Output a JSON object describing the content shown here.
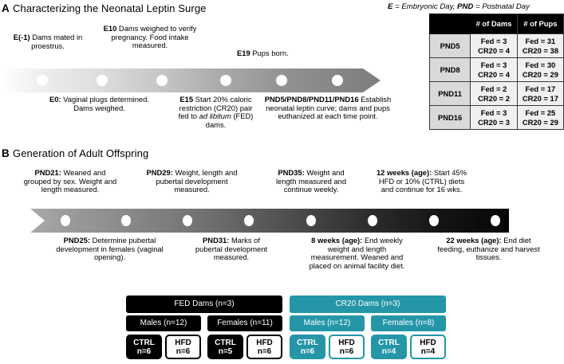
{
  "panelA": {
    "letter": "A",
    "title": "Characterizing the Neonatal Leptin Surge",
    "legend_note": "E = Embryonic Day, PND = Postnatal Day",
    "legend_note_parts": {
      "a": "E",
      "b": " = Embryonic Day, ",
      "c": "PND",
      "d": " = Postnatal Day"
    },
    "captions_above": [
      {
        "bold": "E(-1)",
        "text": " Dams mated in proestrus."
      },
      {
        "bold": "E10",
        "text": " Dams weighed to verify pregnancy. Food intake measured."
      },
      {
        "bold": "E19",
        "text": " Pups born."
      }
    ],
    "captions_below": [
      {
        "bold": "E0:",
        "text": " Vaginal plugs determined. Dams weighed."
      },
      {
        "bold": "E15",
        "text": " Start 20% caloric restriction (CR20) pair fed to ",
        "italic": "ad libitum",
        "text2": " (FED) dams."
      },
      {
        "bold": "PND5/PND8/PND11/PND16",
        "text": " Establish neonatal leptin curve; dams and pups euthanized at each time point."
      }
    ],
    "table": {
      "headers": [
        "",
        "# of Dams",
        "# of Pups"
      ],
      "rows": [
        {
          "label": "PND5",
          "dams": "Fed = 3\nCR20 = 4",
          "pups": "Fed = 31\nCR20 = 38"
        },
        {
          "label": "PND8",
          "dams": "Fed = 3\nCR20 = 4",
          "pups": "Fed = 30\nCR20 = 29"
        },
        {
          "label": "PND11",
          "dams": "Fed = 2\nCR20 = 2",
          "pups": "Fed = 17\nCR20 = 17"
        },
        {
          "label": "PND16",
          "dams": "Fed = 3\nCR20 = 3",
          "pups": "Fed = 25\nCR20 = 29"
        }
      ]
    }
  },
  "panelB": {
    "letter": "B",
    "title": "Generation of Adult Offspring",
    "captions_above": [
      {
        "bold": "PND21:",
        "text": " Weaned and grouped by sex. Weight and length measured."
      },
      {
        "bold": "PND29:",
        "text": " Weight, length and pubertal development measured."
      },
      {
        "bold": "PND35:",
        "text": " Weight and length measured and continue weekly."
      },
      {
        "bold": "12 weeks (age):",
        "text": " Start 45% HFD or 10% (CTRL) diets and continue for 16 wks."
      }
    ],
    "captions_below": [
      {
        "bold": "PND25:",
        "text": " Determine pubertal development in females (vaginal opening)."
      },
      {
        "bold": "PND31:",
        "text": " Marks of pubertal development measured."
      },
      {
        "bold": "8 weeks (age):",
        "text": " End weekly weight and length measurement. Weaned and placed on animal facility diet."
      },
      {
        "bold": "22 weeks (age):",
        "text": " End diet feeding, euthanize and harvest tissues."
      }
    ]
  },
  "groups": {
    "colors": {
      "fed": "#000000",
      "cr20": "#2496a8"
    },
    "fed": {
      "dams": "FED Dams (n=3)",
      "sexes": [
        {
          "label": "Males (n=12)",
          "diets": [
            {
              "name": "CTRL",
              "n": "n=6"
            },
            {
              "name": "HFD",
              "n": "n=6"
            }
          ]
        },
        {
          "label": "Females (n=11)",
          "diets": [
            {
              "name": "CTRL",
              "n": "n=5"
            },
            {
              "name": "HFD",
              "n": "n=6"
            }
          ]
        }
      ]
    },
    "cr20": {
      "dams": "CR20 Dams (n=3)",
      "sexes": [
        {
          "label": "Males (n=12)",
          "diets": [
            {
              "name": "CTRL",
              "n": "n=6"
            },
            {
              "name": "HFD",
              "n": "n=6"
            }
          ]
        },
        {
          "label": "Females (n=8)",
          "diets": [
            {
              "name": "CTRL",
              "n": "n=4"
            },
            {
              "name": "HFD",
              "n": "n=4"
            }
          ]
        }
      ]
    }
  }
}
